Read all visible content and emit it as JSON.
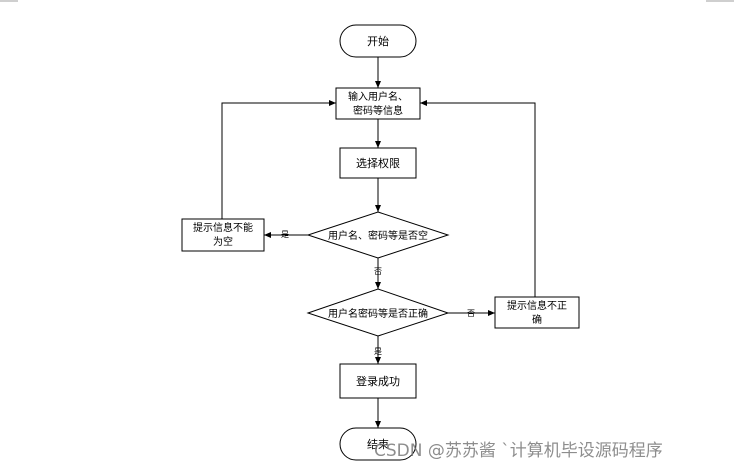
{
  "diagram": {
    "start": "开始",
    "input": [
      "输入用户名、",
      "密码等信息"
    ],
    "select_permission": "选择权限",
    "check_empty": "用户名、密码等是否空",
    "empty_error": [
      "提示信息不能",
      "为空"
    ],
    "check_correct": "用户名密码等是否正确",
    "incorrect_error": [
      "提示信息不正",
      "确"
    ],
    "login_success": "登录成功",
    "end": "结束"
  },
  "edge_labels": {
    "empty_yes": "是",
    "empty_no": "否",
    "correct_no": "否",
    "correct_yes": "是"
  },
  "watermark": "CSDN @苏苏酱  `计算机毕设源码程序"
}
